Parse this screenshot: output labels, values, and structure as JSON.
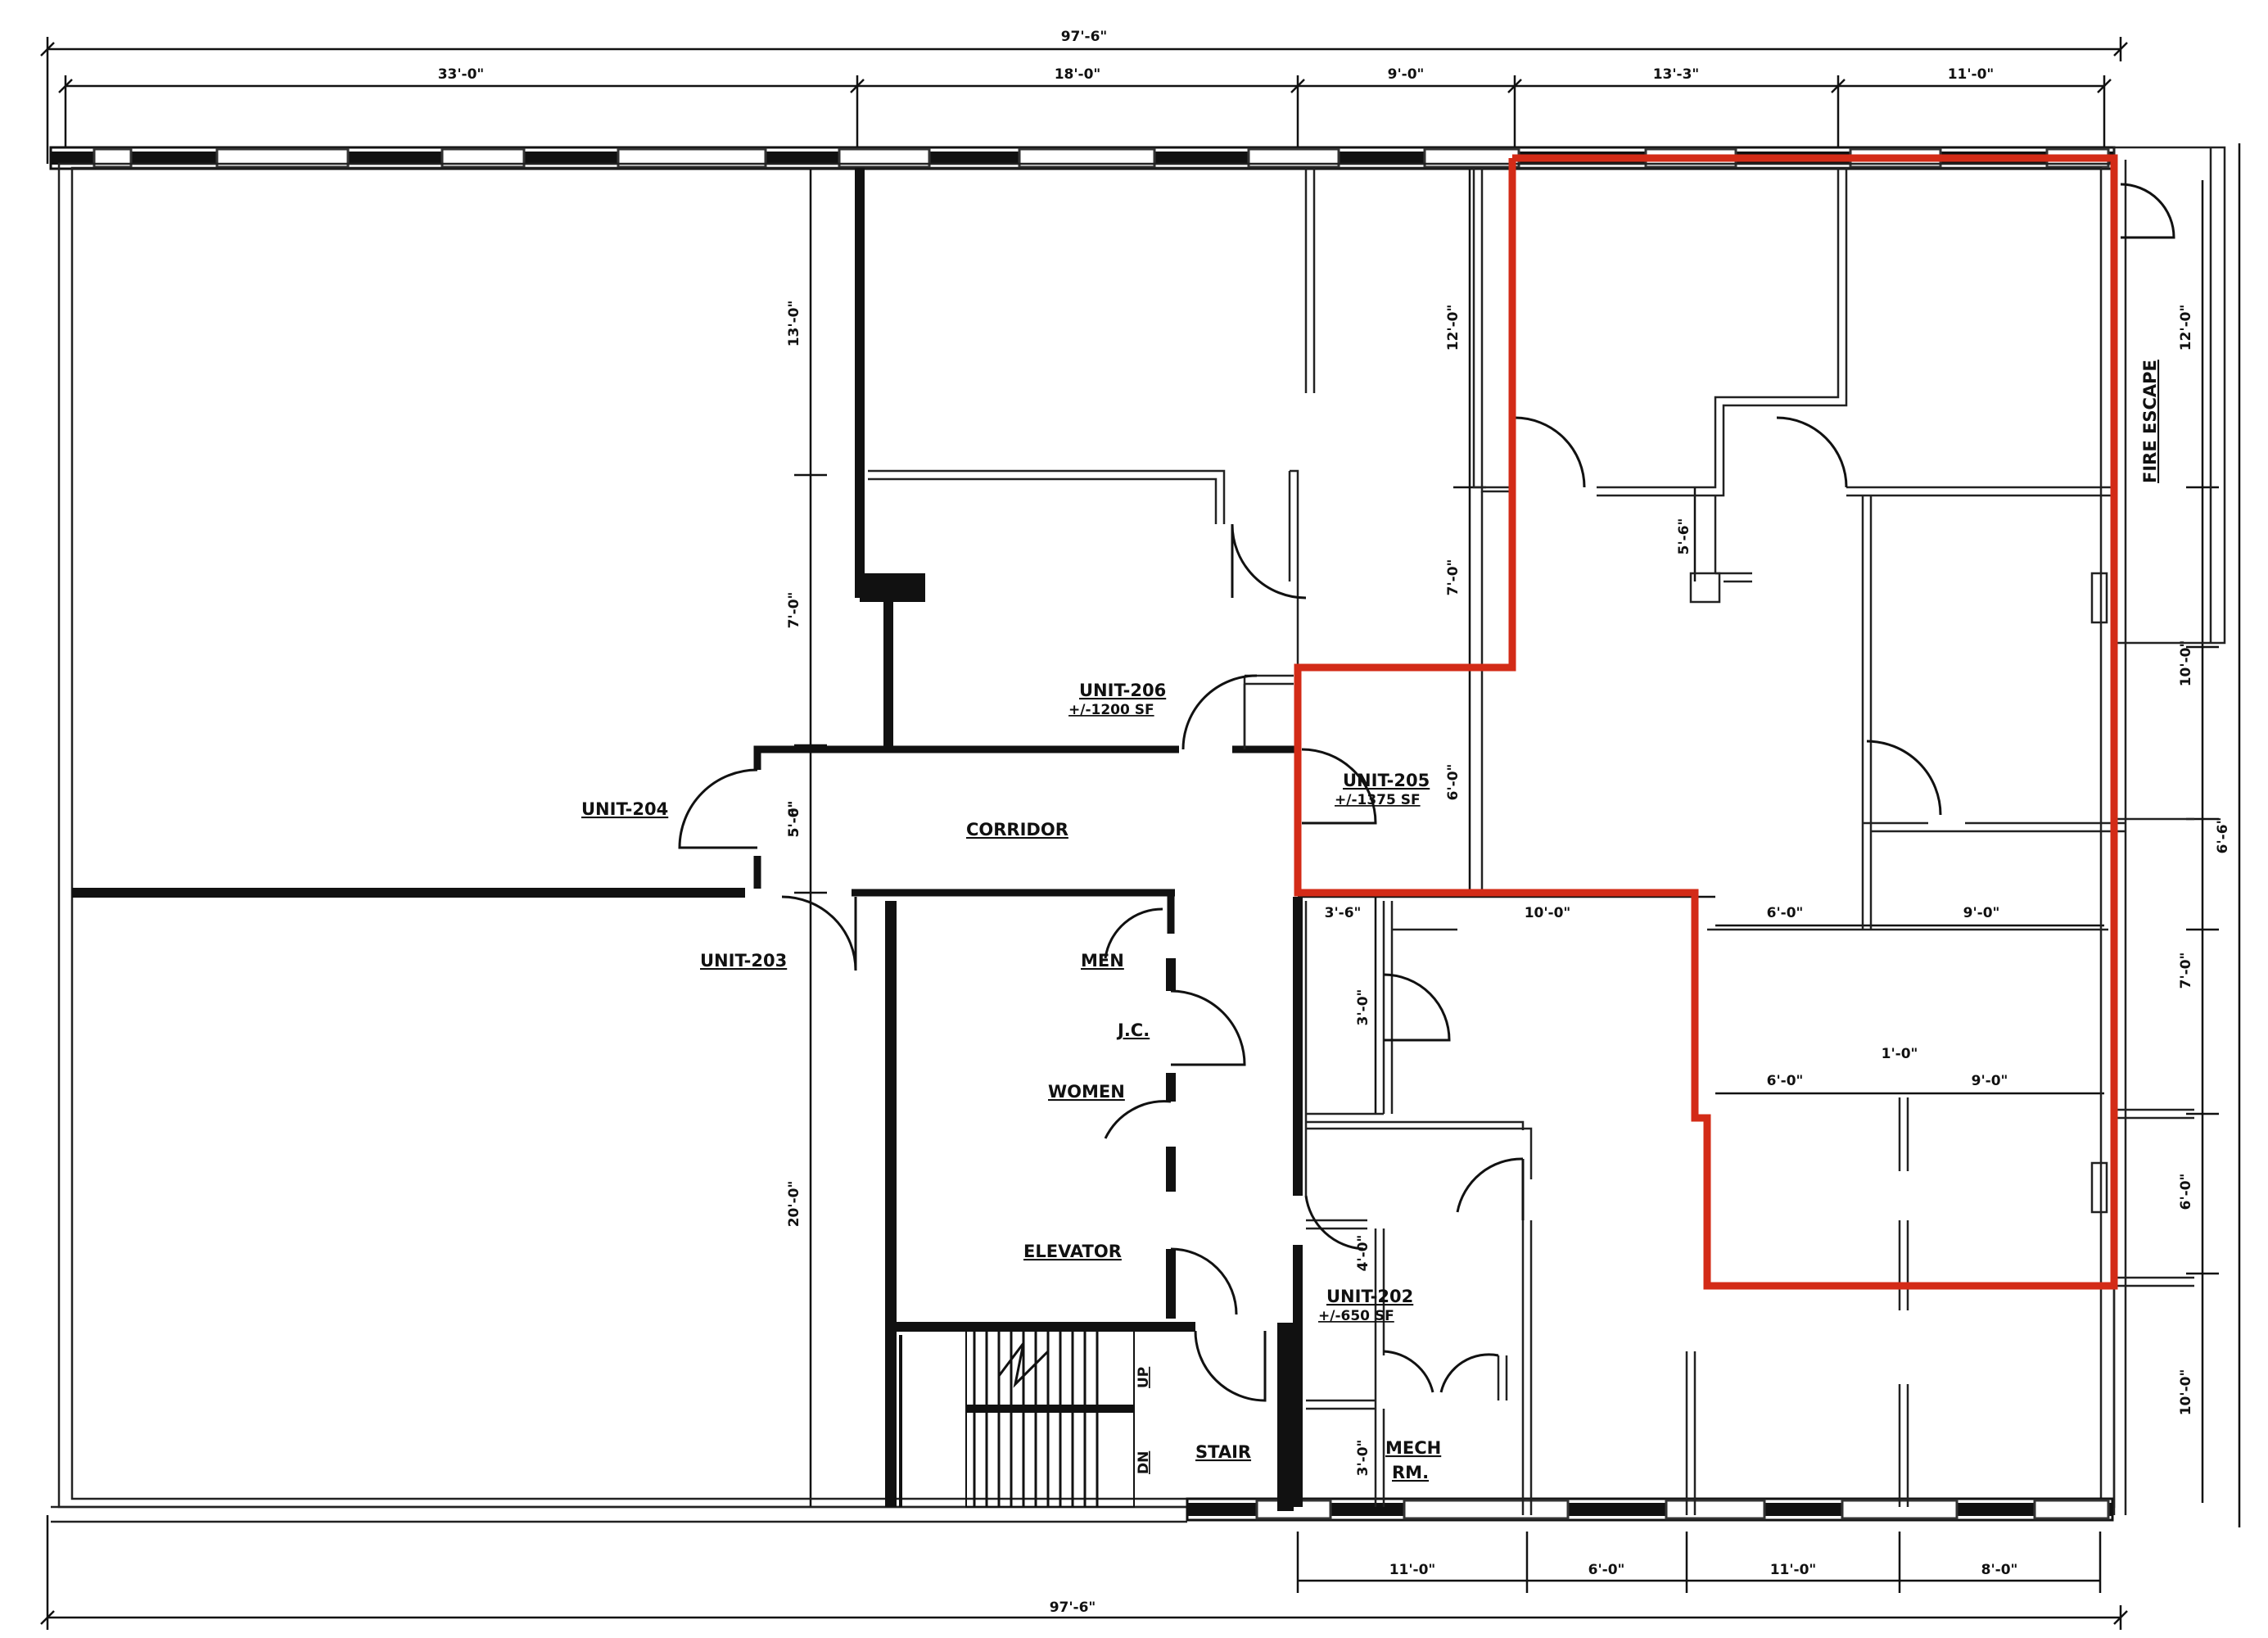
{
  "colors": {
    "line": "#111111",
    "highlight": "#d32b17",
    "background": "#ffffff"
  },
  "dimensions": {
    "overall_top": "97'-6\"",
    "overall_bottom": "97'-6\"",
    "top_1": "33'-0\"",
    "top_2": "18'-0\"",
    "top_3": "9'-0\"",
    "top_4": "13'-3\"",
    "top_5": "11'-0\"",
    "left_1": "13'-0\"",
    "left_2": "7'-0\"",
    "left_3": "5'-0\"",
    "left_4": "20'-0\"",
    "mid_1": "12'-0\"",
    "mid_2": "7'-0\"",
    "mid_3": "6'-0\"",
    "corridor_h": "5'-6\"",
    "right_1": "12'-0\"",
    "right_2": "10'-0\"",
    "right_3": "6'-6\"",
    "right_4": "7'-0\"",
    "right_5": "6'-0\"",
    "right_6": "10'-0\"",
    "inner_a": "3'-6\"",
    "inner_b": "10'-0\"",
    "inner_c": "6'-0\"",
    "inner_d": "9'-0\"",
    "inner_e": "6'-0\"",
    "inner_f": "1'-0\"",
    "inner_g": "9'-0\"",
    "inner_h": "3'-0\"",
    "inner_i": "5'-6\"",
    "inner_j": "4'-0\"",
    "inner_k": "3'-0\"",
    "bottom_1": "11'-0\"",
    "bottom_2": "6'-0\"",
    "bottom_3": "11'-0\"",
    "bottom_4": "8'-0\""
  },
  "labels": {
    "unit_206": "UNIT-206",
    "unit_206_area": "+/-1200 SF",
    "unit_204": "UNIT-204",
    "unit_203": "UNIT-203",
    "unit_205": "UNIT-205",
    "unit_205_area": "+/-1375 SF",
    "unit_202": "UNIT-202",
    "unit_202_area": "+/-650 SF",
    "corridor": "CORRIDOR",
    "men": "MEN",
    "jc": "J.C.",
    "women": "WOMEN",
    "elevator": "ELEVATOR",
    "stair": "STAIR",
    "mech_1": "MECH",
    "mech_2": "RM.",
    "fire_escape": "FIRE ESCAPE",
    "up": "UP",
    "dn": "DN"
  }
}
